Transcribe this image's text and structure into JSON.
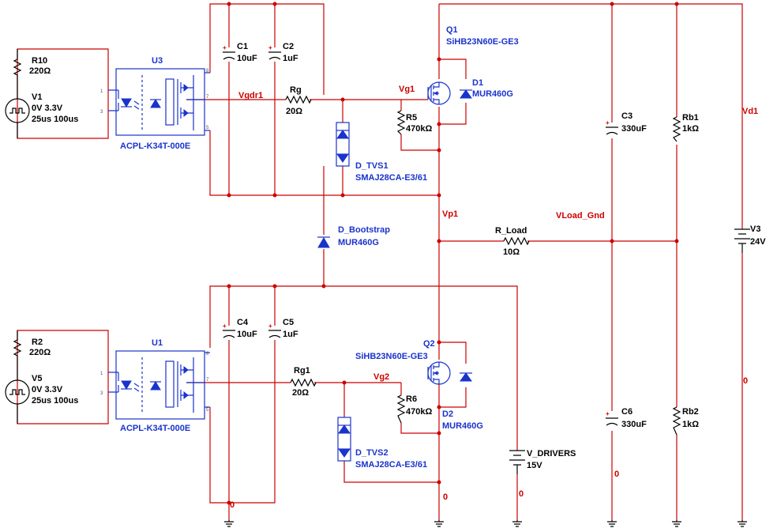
{
  "components": {
    "R10": {
      "ref": "R10",
      "value": "220Ω"
    },
    "V1": {
      "ref": "V1",
      "l1": "0V 3.3V",
      "l2": "25us 100us"
    },
    "U3": {
      "ref": "U3",
      "part": "ACPL-K34T-000E"
    },
    "C1": {
      "ref": "C1",
      "value": "10uF"
    },
    "C2": {
      "ref": "C2",
      "value": "1uF"
    },
    "Rg": {
      "ref": "Rg",
      "value": "20Ω"
    },
    "R5": {
      "ref": "R5",
      "value": "470kΩ"
    },
    "Q1": {
      "ref": "Q1",
      "part": "SiHB23N60E-GE3"
    },
    "D1": {
      "ref": "D1",
      "part": "MUR460G"
    },
    "D_TVS1": {
      "ref": "D_TVS1",
      "part": "SMAJ28CA-E3/61"
    },
    "D_Bootstrap": {
      "ref": "D_Bootstrap",
      "part": "MUR460G"
    },
    "R_Load": {
      "ref": "R_Load",
      "value": "10Ω"
    },
    "C3": {
      "ref": "C3",
      "value": "330uF"
    },
    "Rb1": {
      "ref": "Rb1",
      "value": "1kΩ"
    },
    "V3": {
      "ref": "V3",
      "value": "24V"
    },
    "R2": {
      "ref": "R2",
      "value": "220Ω"
    },
    "V5": {
      "ref": "V5",
      "l1": "0V 3.3V",
      "l2": "25us 100us"
    },
    "U1": {
      "ref": "U1",
      "part": "ACPL-K34T-000E"
    },
    "C4": {
      "ref": "C4",
      "value": "10uF"
    },
    "C5": {
      "ref": "C5",
      "value": "1uF"
    },
    "Rg1": {
      "ref": "Rg1",
      "value": "20Ω"
    },
    "R6": {
      "ref": "R6",
      "value": "470kΩ"
    },
    "Q2": {
      "ref": "Q2",
      "part": "SiHB23N60E-GE3"
    },
    "D2": {
      "ref": "D2",
      "part": "MUR460G"
    },
    "D_TVS2": {
      "ref": "D_TVS2",
      "part": "SMAJ28CA-E3/61"
    },
    "V_DRIVERS": {
      "ref": "V_DRIVERS",
      "value": "15V"
    },
    "C6": {
      "ref": "C6",
      "value": "330uF"
    },
    "Rb2": {
      "ref": "Rb2",
      "value": "1kΩ"
    }
  },
  "nets": {
    "vgdr1": "Vgdr1",
    "vg1": "Vg1",
    "vp1": "Vp1",
    "vload": "VLoad_Gnd",
    "vd1": "Vd1",
    "vg2": "Vg2",
    "gnd_u1": "0",
    "gnd_q2": "0",
    "gnd_vdrv": "0",
    "gnd_c6": "0",
    "gnd_v3": "0"
  },
  "pins": {
    "p1": "1",
    "p3": "3",
    "p8": "8",
    "p7": "7",
    "p5": "5"
  },
  "colors": {
    "wire": "#cc0000",
    "component": "#1a33cc",
    "source": "#000000"
  }
}
